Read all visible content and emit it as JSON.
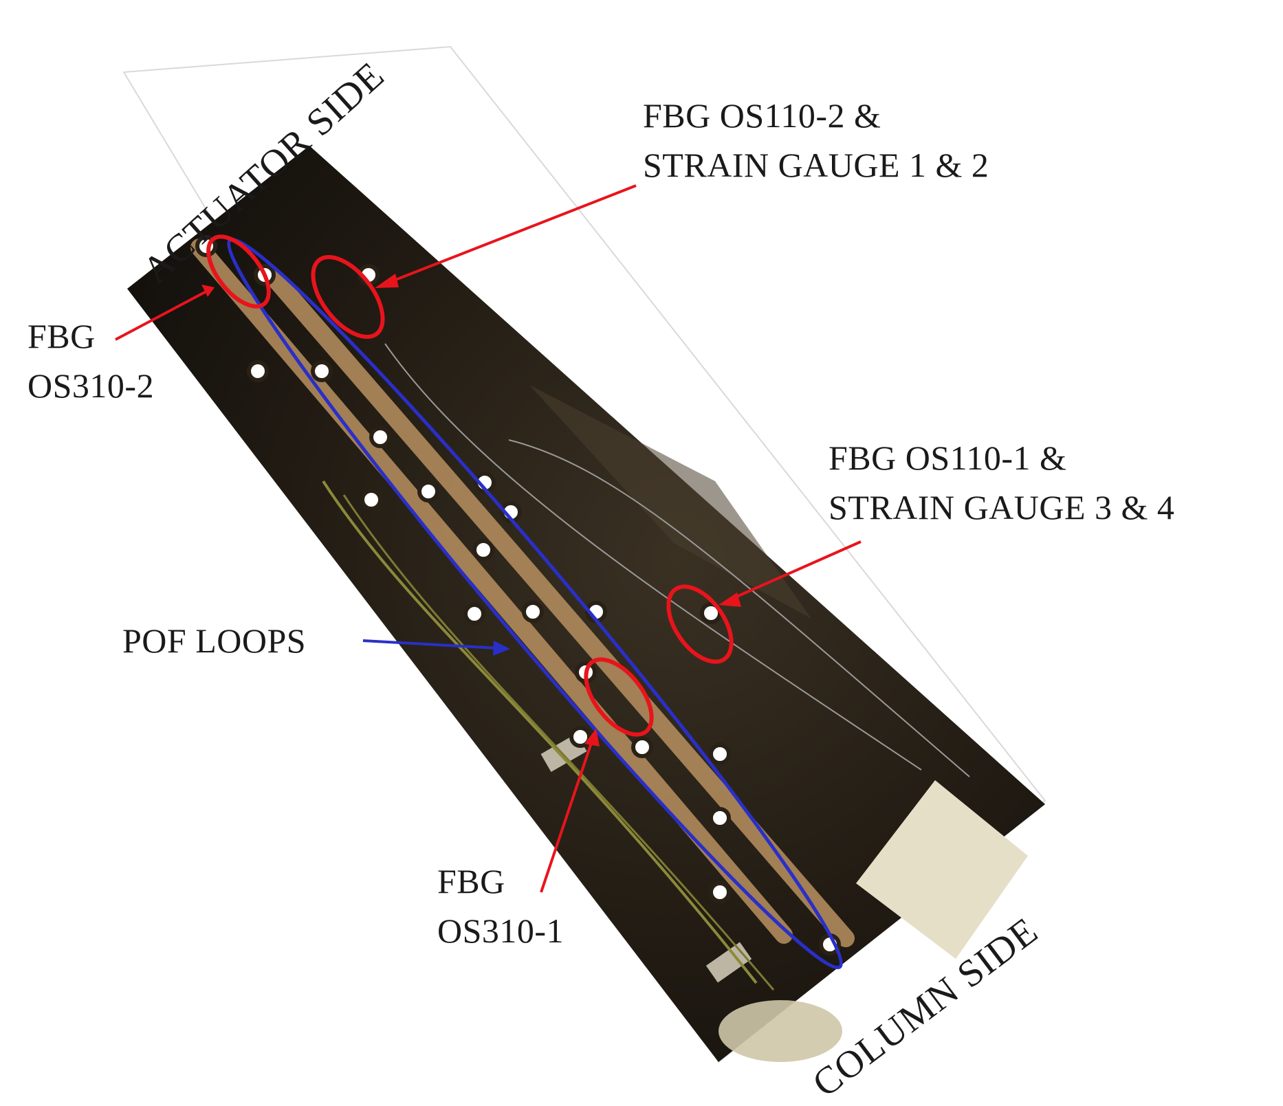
{
  "labels": {
    "actuator_side": "ACTUATOR SIDE",
    "column_side": "COLUMN SIDE",
    "fbg_os110_2_line1": "FBG OS110-2 &",
    "fbg_os110_2_line2": "STRAIN GAUGE 1 & 2",
    "fbg_os310_2_line1": "FBG",
    "fbg_os310_2_line2": "OS310-2",
    "fbg_os110_1_line1": "FBG OS110-1 &",
    "fbg_os110_1_line2": "STRAIN GAUGE 3 & 4",
    "pof_loops": "POF LOOPS",
    "fbg_os310_1_line1": "FBG",
    "fbg_os310_1_line2": "OS310-1"
  },
  "colors": {
    "callout_red": "#e8141c",
    "callout_blue": "#2a2fc8",
    "panel_dark": "#1c1710",
    "adhesive_strip": "#b08a5c"
  }
}
